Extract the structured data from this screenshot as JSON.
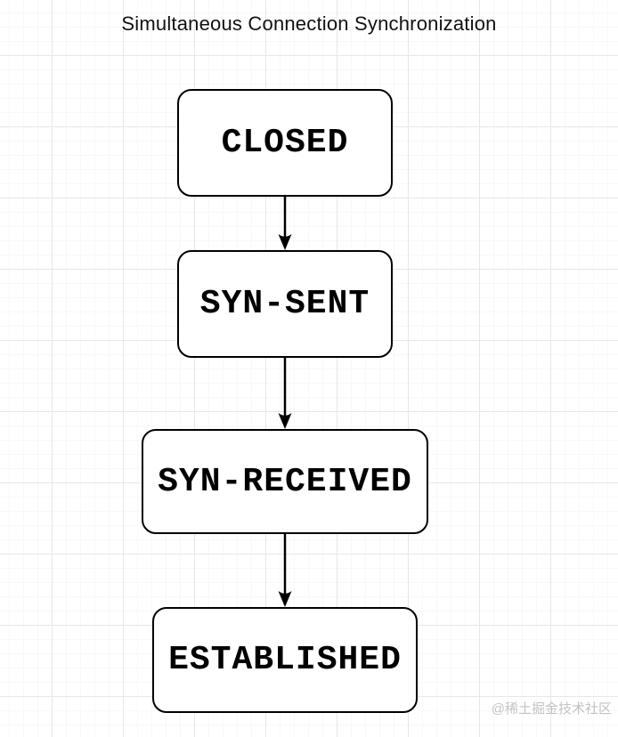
{
  "page": {
    "title": "Simultaneous Connection Synchronization",
    "watermark": "@稀土掘金技术社区"
  },
  "colors": {
    "background": "#ffffff",
    "stroke": "#000000",
    "node_fill": "#ffffff",
    "grid_major": "#e7e7e7",
    "grid_minor": "#f8f8f8",
    "watermark": "#c3c3c3",
    "title_color": "#111111"
  },
  "diagram": {
    "type": "flowchart",
    "direction": "top-down",
    "nodes": [
      {
        "id": "closed",
        "label": "CLOSED"
      },
      {
        "id": "syn-sent",
        "label": "SYN-SENT"
      },
      {
        "id": "syn-received",
        "label": "SYN-RECEIVED"
      },
      {
        "id": "established",
        "label": "ESTABLISHED"
      }
    ],
    "edges": [
      {
        "from": "closed",
        "to": "syn-sent",
        "style": "solid-arrow"
      },
      {
        "from": "syn-sent",
        "to": "syn-received",
        "style": "solid-arrow"
      },
      {
        "from": "syn-received",
        "to": "established",
        "style": "solid-arrow"
      }
    ]
  }
}
